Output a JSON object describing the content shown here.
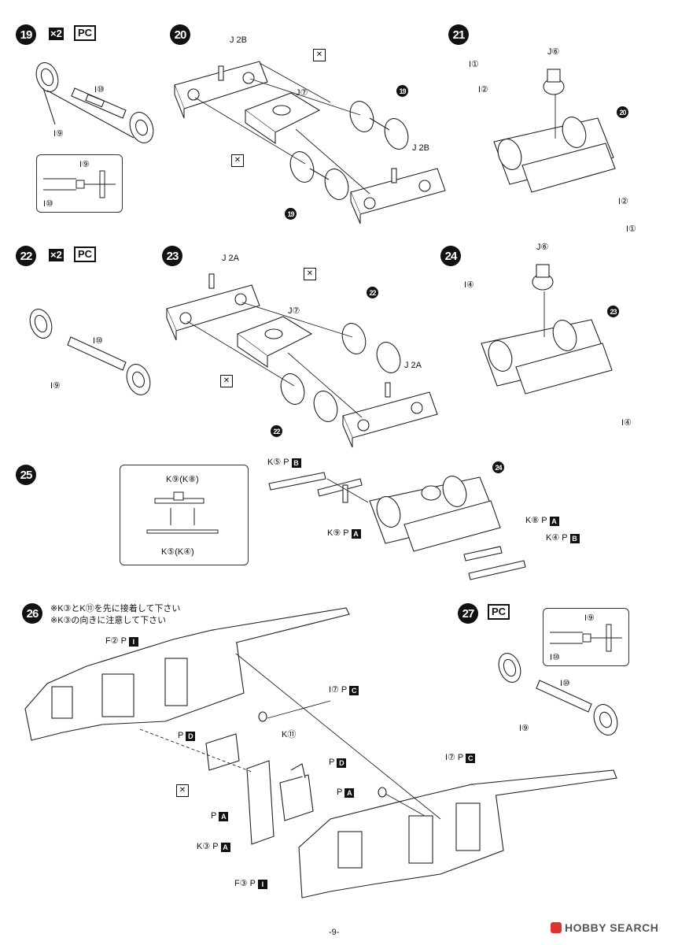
{
  "steps": {
    "s19": {
      "number": "19",
      "multiplier": "×2",
      "pc": "PC",
      "labels": {
        "i10": "I⑩",
        "i9": "I⑨",
        "inset_i9": "I⑨",
        "inset_i10": "I⑩"
      }
    },
    "s20": {
      "number": "20",
      "labels": {
        "j2b_top": "J 2B",
        "j7": "J⑦",
        "j2b_bottom": "J 2B"
      },
      "ref_top": "19",
      "ref_bottom": "19"
    },
    "s21": {
      "number": "21",
      "labels": {
        "j6": "J⑥",
        "i1_top": "I①",
        "i2_top": "I②",
        "i2_bottom": "I②",
        "i1_bottom": "I①"
      },
      "ref": "20"
    },
    "s22": {
      "number": "22",
      "multiplier": "×2",
      "pc": "PC",
      "labels": {
        "i10": "I⑩",
        "i9": "I⑨"
      }
    },
    "s23": {
      "number": "23",
      "labels": {
        "j2a_top": "J 2A",
        "j7": "J⑦",
        "j2a_bottom": "J 2A"
      },
      "ref_top": "22",
      "ref_bottom": "22"
    },
    "s24": {
      "number": "24",
      "labels": {
        "j6": "J⑥",
        "i4_top": "I④",
        "i4_bottom": "I④"
      },
      "ref": "23"
    },
    "s25": {
      "number": "25",
      "labels": {
        "inset_k9": "K⑨(K⑧)",
        "inset_k5": "K⑤(K④)",
        "k5": "K⑤",
        "k5_p": "B",
        "k9": "K⑨",
        "k9_p": "A",
        "k8": "K⑧",
        "k8_p": "A",
        "k4": "K④",
        "k4_p": "B"
      },
      "ref": "24"
    },
    "s26": {
      "number": "26",
      "notes": [
        "※K③とK⑪を先に接着して下さい",
        "※K③の向きに注意して下さい"
      ],
      "labels": {
        "f2": "F②",
        "f2_p": "I",
        "i7_a": "I⑦",
        "i7_a_p": "C",
        "pd_1": "D",
        "k11": "K⑪",
        "pd_2": "D",
        "pa_1": "A",
        "pa_2": "A",
        "k3": "K③",
        "k3_p": "A",
        "i7_b": "I⑦",
        "i7_b_p": "C",
        "f3": "F③",
        "f3_p": "I"
      }
    },
    "s27": {
      "number": "27",
      "pc": "PC",
      "labels": {
        "inset_i9": "I⑨",
        "inset_i10": "I⑩",
        "i10": "I⑩",
        "i9": "I⑨"
      }
    }
  },
  "footer": {
    "page_number": "-9-",
    "watermark": "HOBBY SEARCH"
  }
}
